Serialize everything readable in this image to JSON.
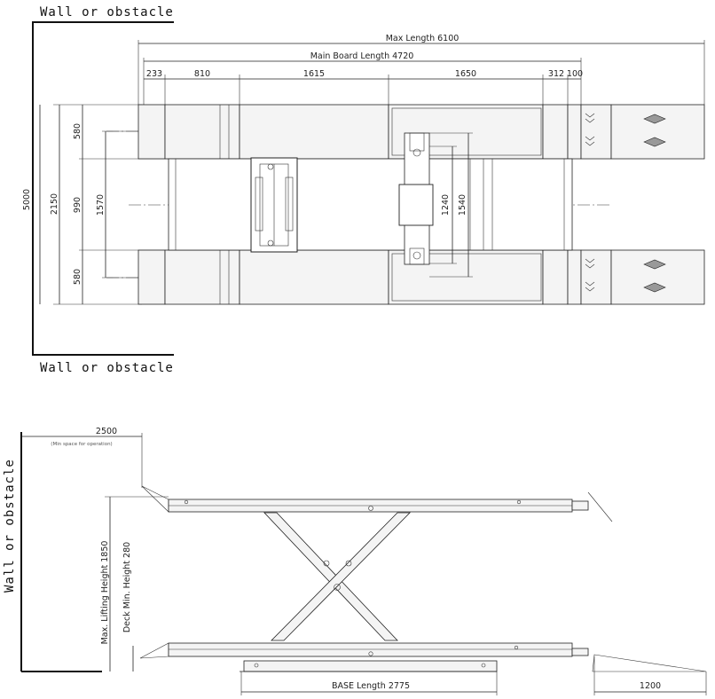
{
  "labels": {
    "wall_top": "Wall or obstacle",
    "wall_mid": "Wall or obstacle",
    "wall_side": "Wall or obstacle"
  },
  "top_view": {
    "max_length": "Max Length 6100",
    "main_board_length": "Main Board Length 4720",
    "seg_233": "233",
    "seg_810": "810",
    "seg_1615": "1615",
    "seg_1650": "1650",
    "seg_312": "312",
    "seg_100": "100",
    "height_5000": "5000",
    "height_2150": "2150",
    "side_580_top": "580",
    "mid_990": "990",
    "side_580_bottom": "580",
    "width_1570": "1570",
    "width_1240": "1240",
    "width_1540": "1540"
  },
  "side_view": {
    "clearance_2500": "2500",
    "clearance_note": "(Min space for operation)",
    "max_lifting_height": "Max. Lifting Height 1850",
    "deck_min_height": "Deck Min. Height 280",
    "base_length": "BASE Length 2775",
    "ramp_1200": "1200"
  }
}
